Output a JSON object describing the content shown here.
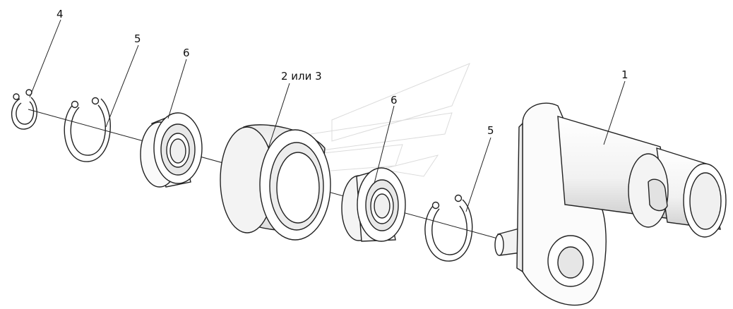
{
  "diagram": {
    "labels": {
      "p4": "4",
      "p5a": "5",
      "p6a": "6",
      "p23": "2 или 3",
      "p6b": "6",
      "p5b": "5",
      "p1": "1"
    }
  }
}
